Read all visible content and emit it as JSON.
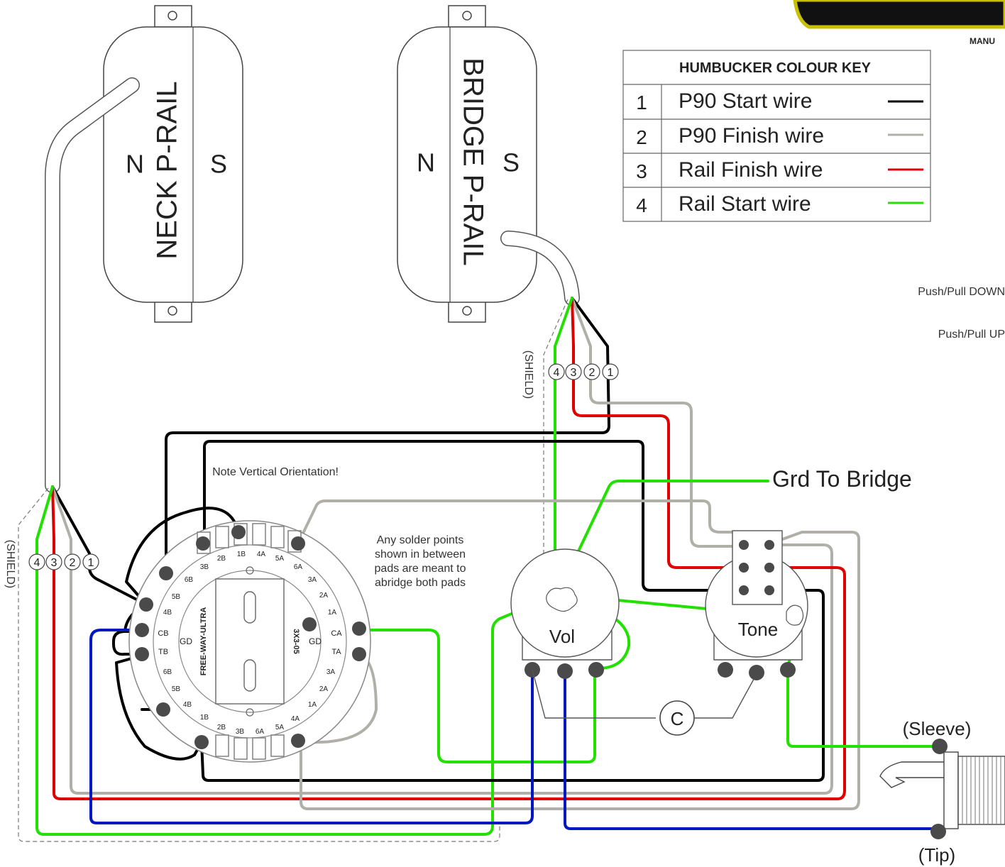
{
  "header": {
    "brand_fragment": "MANU"
  },
  "colour_key": {
    "title": "HUMBUCKER COLOUR KEY",
    "rows": [
      {
        "num": "1",
        "label": "P90 Start wire",
        "color": "#000000"
      },
      {
        "num": "2",
        "label": "P90 Finish wire",
        "color": "#b0b0a8"
      },
      {
        "num": "3",
        "label": "Rail Finish wire",
        "color": "#e00000"
      },
      {
        "num": "4",
        "label": "Rail Start wire",
        "color": "#22e000"
      }
    ]
  },
  "pickups": {
    "neck": {
      "title": "NECK P-RAIL",
      "north": "N",
      "south": "S"
    },
    "bridge": {
      "title": "BRIDGE P-RAIL",
      "north": "N",
      "south": "S"
    }
  },
  "wire_numbers": [
    "4",
    "3",
    "2",
    "1"
  ],
  "shield_label": "(SHIELD)",
  "push_pull": {
    "down": "Push/Pull DOWN",
    "up": "Push/Pull UP"
  },
  "notes": {
    "orientation": "Note Vertical Orientation!",
    "solder": [
      "Any solder points",
      "shown in between",
      "pads are meant to",
      "abridge both pads"
    ]
  },
  "ground_label": "Grd To Bridge",
  "switch": {
    "brand": "FREE-WAY-ULTRA",
    "model": "3X3-05",
    "gd": "GD",
    "left_labels": [
      "1B",
      "2B",
      "3B",
      "6B",
      "5B",
      "4B",
      "CB",
      "TB",
      "6B",
      "5B",
      "4B",
      "1B",
      "2B",
      "3B",
      "6A",
      "5A",
      "4A"
    ],
    "right_labels": [
      "4A",
      "5A",
      "6A",
      "3A",
      "2A",
      "1A",
      "CA",
      "TA",
      "3A",
      "2A",
      "1A"
    ]
  },
  "pots": {
    "volume": "Vol",
    "tone": "Tone",
    "capacitor": "C"
  },
  "jack": {
    "sleeve": "(Sleeve)",
    "tip": "(Tip)"
  },
  "colors": {
    "black": "#000000",
    "grey": "#b0b0a8",
    "red": "#e00000",
    "green": "#22e000",
    "blue": "#0018c0"
  }
}
